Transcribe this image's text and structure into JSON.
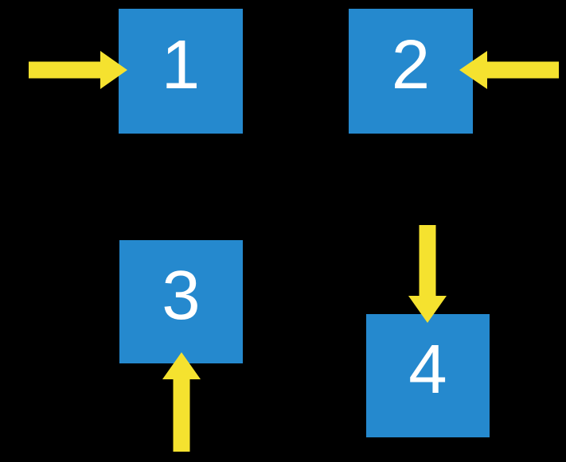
{
  "scene": {
    "background_color": "#000000",
    "square_color": "#2589CE",
    "arrow_color": "#F5E22F",
    "text_color": "#FFFFFF"
  },
  "boxes": [
    {
      "label": "1",
      "arrow_direction": "right",
      "arrow_icon": "arrow-right-icon"
    },
    {
      "label": "2",
      "arrow_direction": "left",
      "arrow_icon": "arrow-left-icon"
    },
    {
      "label": "3",
      "arrow_direction": "up",
      "arrow_icon": "arrow-up-icon"
    },
    {
      "label": "4",
      "arrow_direction": "down",
      "arrow_icon": "arrow-down-icon"
    }
  ]
}
